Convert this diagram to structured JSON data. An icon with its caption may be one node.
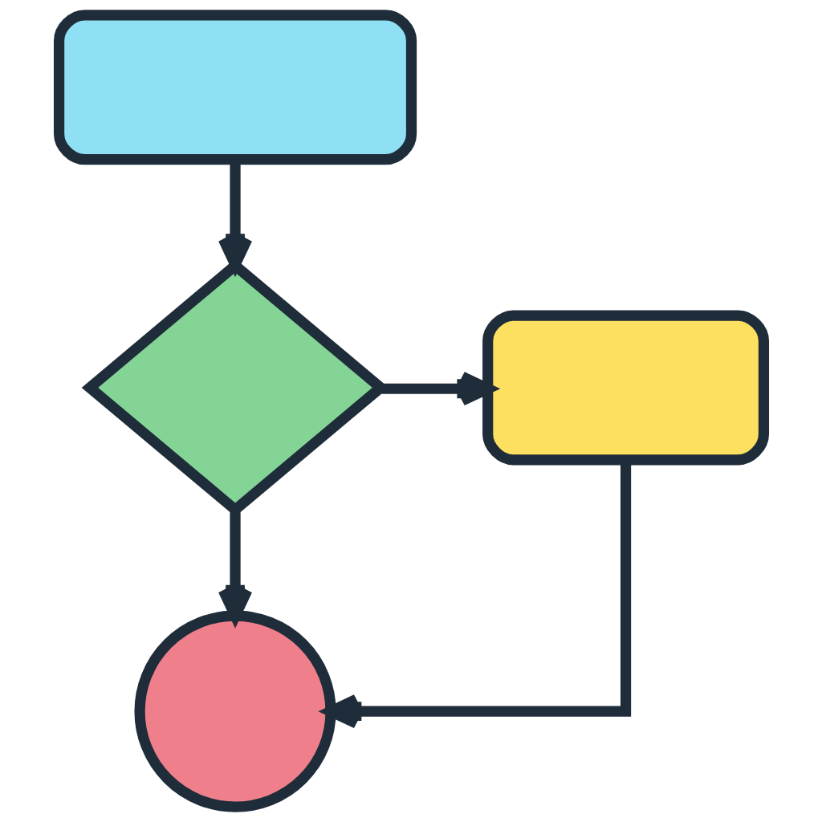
{
  "diagram": {
    "nodes": [
      {
        "text": [],
        "shape": "pill"
      },
      {
        "text": [],
        "shape": "diamond"
      },
      {
        "text": [],
        "shape": "box"
      },
      {
        "text": [],
        "shape": "circle"
      }
    ],
    "edges": [
      {
        "from": 0,
        "to": 1,
        "arrow": "to"
      },
      {
        "from": 1,
        "to": 2,
        "arrow": "to"
      },
      {
        "from": 1,
        "to": 3,
        "arrow": "to"
      },
      {
        "from": 2,
        "to": 3,
        "arrow": "to"
      }
    ]
  }
}
